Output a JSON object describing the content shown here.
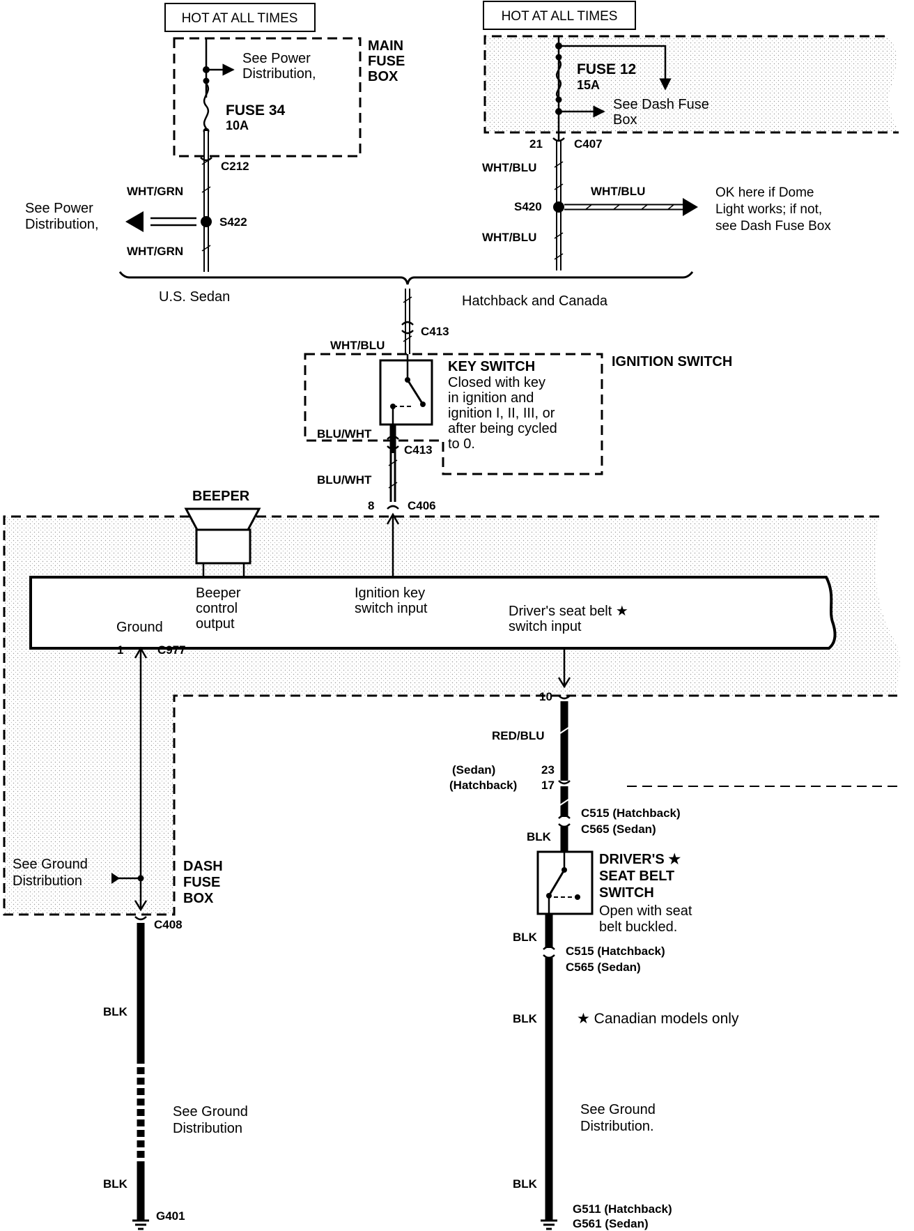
{
  "hot_left": "HOT AT ALL TIMES",
  "hot_right": "HOT AT ALL TIMES",
  "main_fuse_box": [
    "MAIN",
    "FUSE",
    "BOX"
  ],
  "see_power_dist_1": [
    "See Power",
    "Distribution,"
  ],
  "fuse34": {
    "name": "FUSE 34",
    "rating": "10A"
  },
  "c212": "C212",
  "wht_grn_1": "WHT/GRN",
  "wht_grn_2": "WHT/GRN",
  "see_power_dist_2": [
    "See Power",
    "Distribution,"
  ],
  "s422": "S422",
  "fuse12": {
    "name": "FUSE 12",
    "rating": "15A"
  },
  "see_dash_fuse": [
    "See Dash Fuse",
    "Box"
  ],
  "c407": {
    "pin": "21",
    "name": "C407"
  },
  "wht_blu_1": "WHT/BLU",
  "wht_blu_2": "WHT/BLU",
  "wht_blu_3": "WHT/BLU",
  "s420": "S420",
  "dome_note": [
    "OK here if Dome",
    "Light works; if not,",
    "see Dash Fuse Box"
  ],
  "us_sedan": "U.S. Sedan",
  "hatchback_canada": "Hatchback and Canada",
  "c413_top": "C413",
  "wht_blu_4": "WHT/BLU",
  "key_switch": {
    "title": "KEY SWITCH",
    "desc": [
      "Closed with key",
      "in ignition and",
      "ignition I, II, III, or",
      "after being cycled",
      "to 0."
    ]
  },
  "ignition_switch": "IGNITION  SWITCH",
  "blu_wht_1": "BLU/WHT",
  "c413_bottom": "C413",
  "blu_wht_2": "BLU/WHT",
  "c406": {
    "pin": "8",
    "name": "C406"
  },
  "beeper": "BEEPER",
  "beeper_control": [
    "Beeper",
    "control",
    "output"
  ],
  "ignition_input": [
    "Ignition key",
    "switch input"
  ],
  "seatbelt_input": [
    "Driver's seat belt ★",
    "switch input"
  ],
  "ground": "Ground",
  "c977": {
    "pin": "1",
    "name": "C977"
  },
  "pin10": "10",
  "red_blu": "RED/BLU",
  "sedan_pin": {
    "label": "(Sedan)",
    "pin": "23"
  },
  "hatch_pin": {
    "label": "(Hatchback)",
    "pin": "17"
  },
  "c515_top": "C515  (Hatchback)",
  "c565_top": "C565  (Sedan)",
  "blk_1": "BLK",
  "seatbelt_switch": {
    "title": [
      "DRIVER'S ★",
      "SEAT BELT",
      "SWITCH"
    ],
    "desc": [
      "Open with seat",
      "belt buckled."
    ]
  },
  "see_ground_left": [
    "See Ground",
    "Distribution"
  ],
  "dash_fuse_box": [
    "DASH",
    "FUSE",
    "BOX"
  ],
  "c408": "C408",
  "blk_2": "BLK",
  "c515_bottom": "C515  (Hatchback)",
  "c565_bottom": "C565  (Sedan)",
  "blk_left_1": "BLK",
  "blk_right_2": "BLK",
  "canadian": "★ Canadian models only",
  "see_ground_bottom_left": [
    "See Ground",
    "Distribution"
  ],
  "see_ground_bottom_right": [
    "See Ground",
    "Distribution."
  ],
  "blk_left_2": "BLK",
  "blk_right_3": "BLK",
  "g401": "G401",
  "g511": "G511  (Hatchback)",
  "g561": "G561  (Sedan)"
}
